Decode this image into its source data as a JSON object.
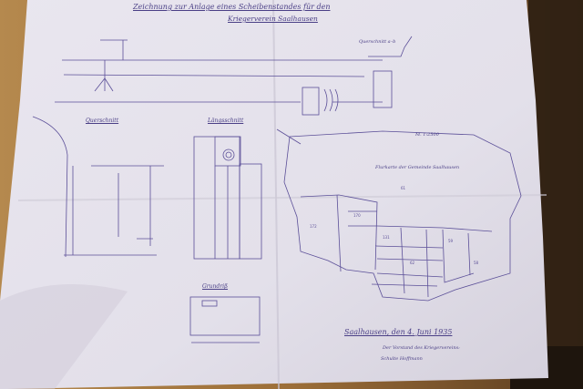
{
  "photo": {
    "title_line1": "Zeichnung zur Anlage eines Scheibenstandes für den",
    "title_line2": "Kriegerverein Saalhausen",
    "label_querschnitt": "Querschnitt",
    "label_laengsschnitt": "Längsschnitt",
    "label_grundriss": "Grundriß",
    "label_detail": "Querschnitt a–b",
    "scale": "M. 1:2500",
    "map_caption": "Flurkarte der Gemeinde Saalhausen",
    "place_date": "Saalhausen, den 4. Juni 1935",
    "signature_line": "Der Vorstand des Kriegervereins:",
    "signatures": "Schulte          Hoffmann"
  },
  "colors": {
    "wood": "#a77a43",
    "paper": "#e7e4ee",
    "ink": "#4a3f86"
  }
}
